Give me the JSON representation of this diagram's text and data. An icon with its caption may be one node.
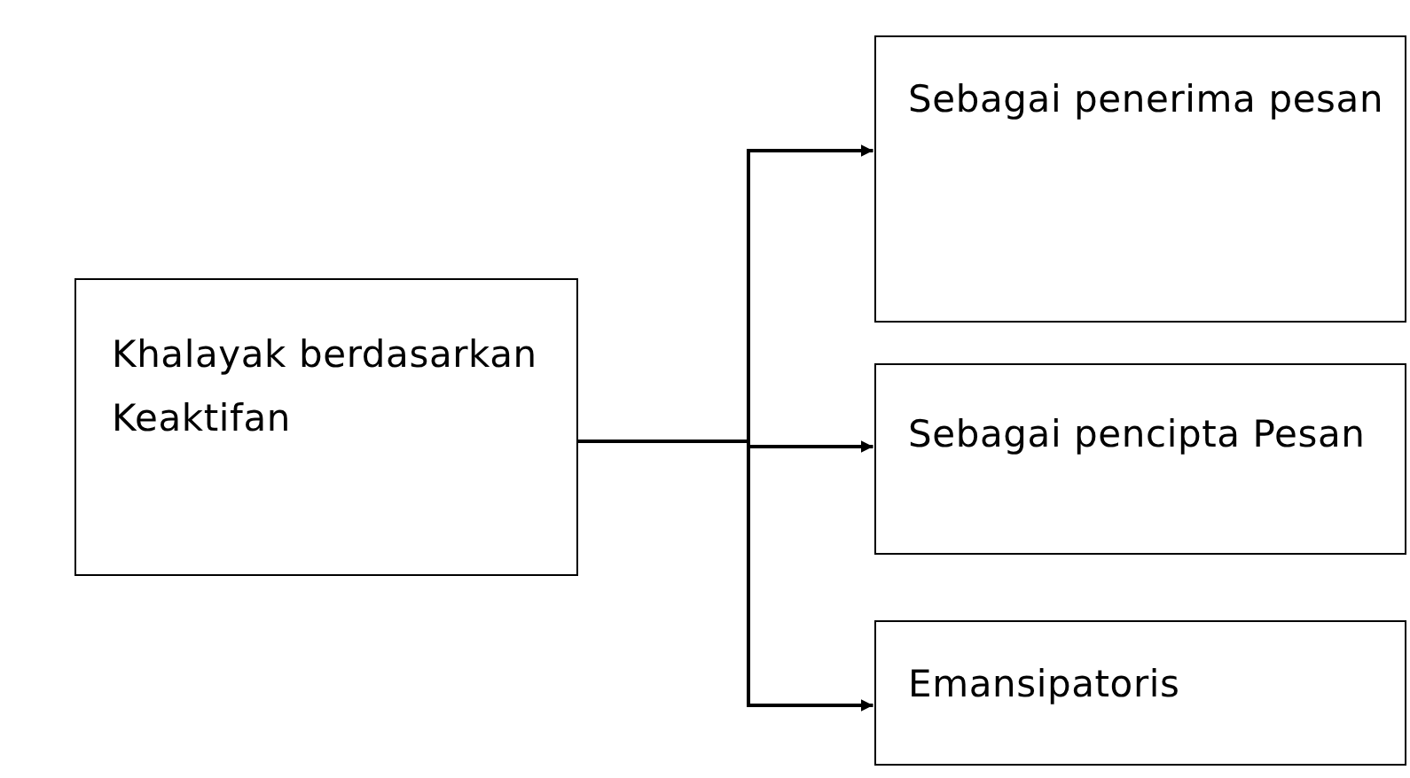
{
  "diagram": {
    "nodes": [
      {
        "text": [
          "Khalayak berdasarkan Keaktifan"
        ]
      },
      {
        "text": [
          "Sebagai penerima pesan"
        ]
      },
      {
        "text": [
          "Sebagai pencipta Pesan"
        ]
      },
      {
        "text": [
          "Emansipatoris"
        ]
      }
    ],
    "edges": [
      {
        "from": 0,
        "to": 1,
        "arrow": "to"
      },
      {
        "from": 0,
        "to": 2,
        "arrow": "to"
      },
      {
        "from": 0,
        "to": 3,
        "arrow": "to"
      }
    ]
  }
}
